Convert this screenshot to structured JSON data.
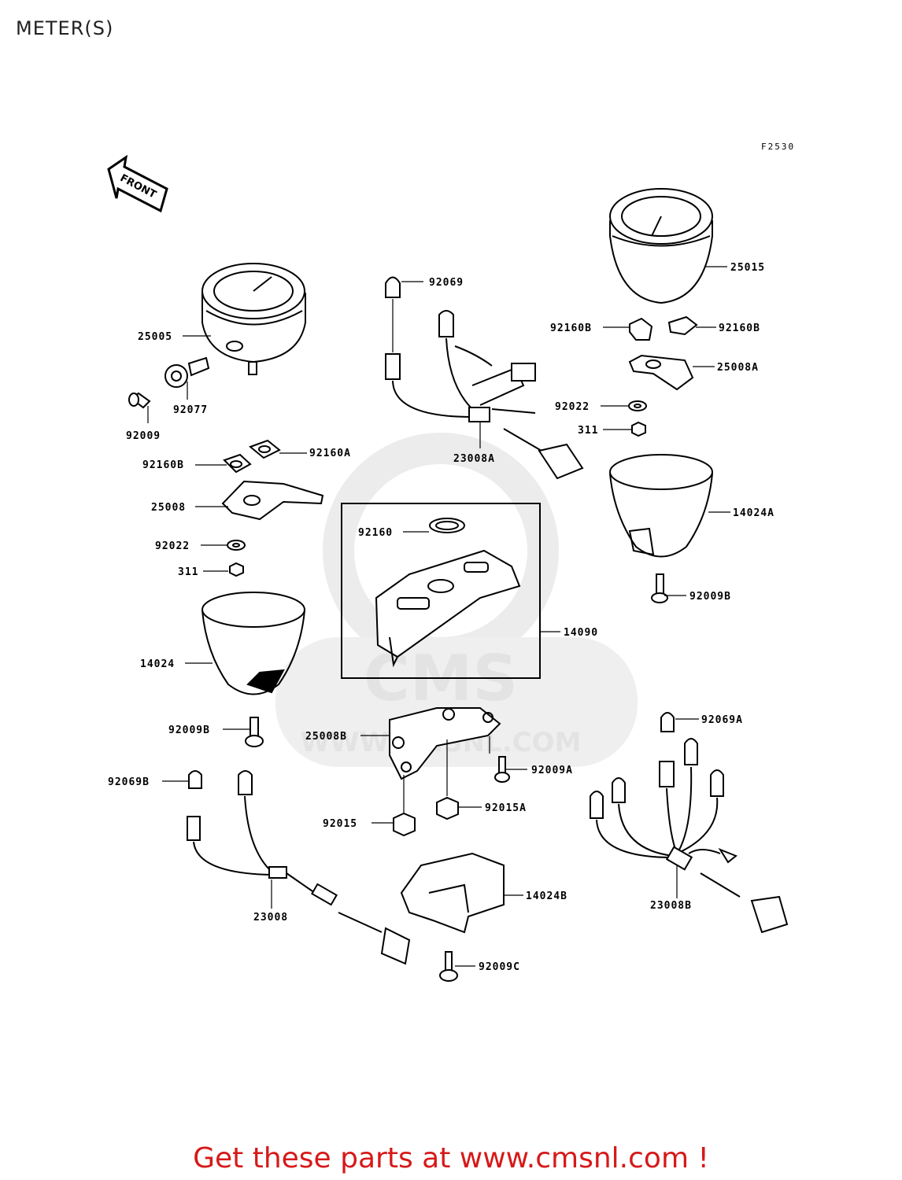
{
  "page": {
    "title": "METER(S)",
    "figure_code": "F2530",
    "front_label": "FRONT"
  },
  "watermark": {
    "brand": "CMS",
    "url": "WWW.CMSNL.COM"
  },
  "parts": {
    "p25005": "25005",
    "p92077": "92077",
    "p92009": "92009",
    "p92160A": "92160A",
    "p92160B_left": "92160B",
    "p25008": "25008",
    "p92022_left": "92022",
    "p311_left": "311",
    "p14024": "14024",
    "p92009B_left": "92009B",
    "p92069B": "92069B",
    "p23008": "23008",
    "p92069": "92069",
    "p23008A": "23008A",
    "p92160": "92160",
    "p14090": "14090",
    "p25008B": "25008B",
    "p92009A": "92009A",
    "p92015": "92015",
    "p92015A": "92015A",
    "p14024B": "14024B",
    "p92009C": "92009C",
    "p25015": "25015",
    "p92160B_r1": "92160B",
    "p92160B_r2": "92160B",
    "p25008A": "25008A",
    "p92022_right": "92022",
    "p311_right": "311",
    "p14024A": "14024A",
    "p92009B_right": "92009B",
    "p92069A": "92069A",
    "p23008B": "23008B"
  },
  "footer": {
    "text": "Get these parts at www.cmsnl.com !"
  },
  "colors": {
    "footer": "#d61919",
    "watermark": "#e3e3e3"
  }
}
